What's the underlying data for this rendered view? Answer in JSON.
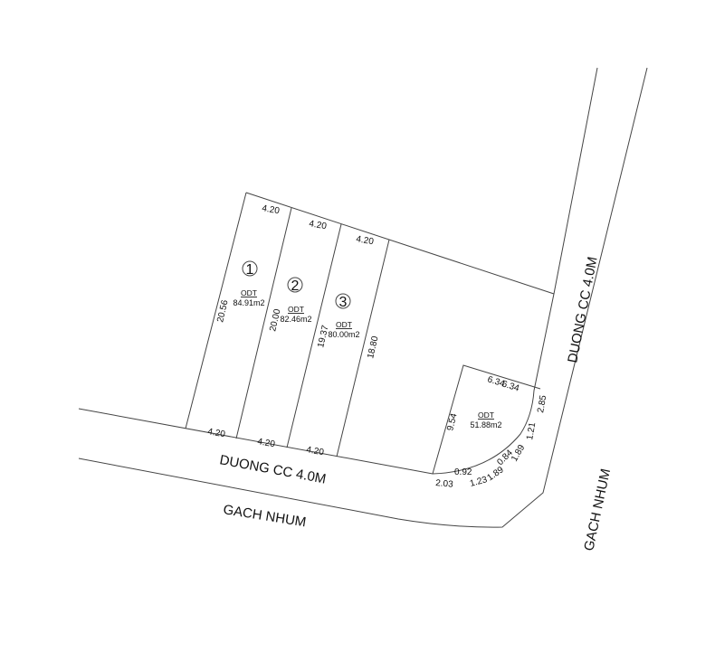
{
  "roads": {
    "bottom_inner": "DUONG CC 4.0M",
    "bottom_outer": "GACH NHUM",
    "right_inner": "DUONG CC 4.0M",
    "right_outer": "GACH NHUM"
  },
  "lots": [
    {
      "number": "1",
      "use": "ODT",
      "area": "84.91m2",
      "top": "4.20",
      "bottom": "4.20",
      "side": "20.56"
    },
    {
      "number": "2",
      "use": "ODT",
      "area": "82.46m2",
      "top": "4.20",
      "bottom": "4.20",
      "side": "20.00"
    },
    {
      "number": "3",
      "use": "ODT",
      "area": "80.00m2",
      "top": "4.20",
      "bottom": "4.20",
      "side": "19.37",
      "side_right": "18.80"
    }
  ],
  "corner_lot": {
    "use": "ODT",
    "area": "51.88m2",
    "dims": {
      "top": "6.34",
      "top2": "6.34",
      "right": "2.85",
      "left": "9.54",
      "bottom": "2.03",
      "arc1": "0.92",
      "arc2": "1.23",
      "arc3": "1.89",
      "arc4": "0.84",
      "arc5": "1.89",
      "arc6": "1.21"
    }
  }
}
